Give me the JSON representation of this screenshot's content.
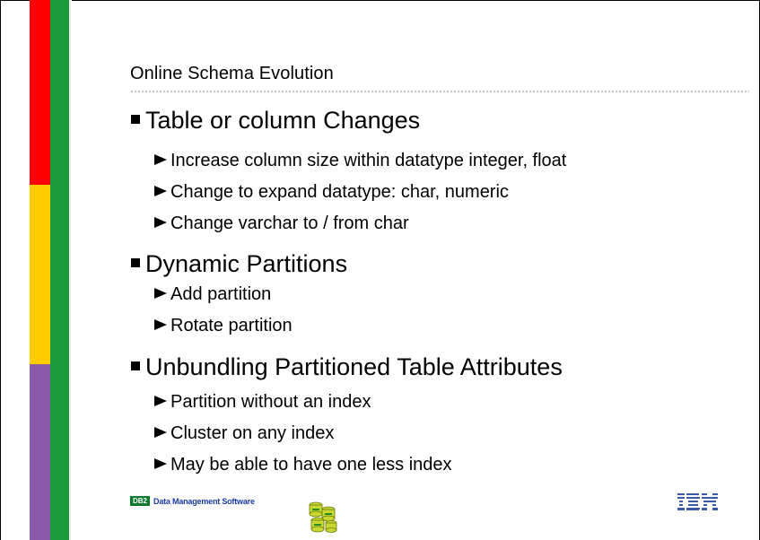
{
  "slide": {
    "title": "Online Schema Evolution",
    "sections": [
      {
        "heading": "Table or column Changes",
        "items": [
          "Increase column size within datatype integer, float",
          "Change to expand datatype: char, numeric",
          "Change varchar to / from char"
        ]
      },
      {
        "heading": "Dynamic Partitions",
        "items": [
          "Add partition",
          "Rotate partition"
        ]
      },
      {
        "heading": "Unbundling Partitioned Table Attributes",
        "items": [
          "Partition without an index",
          "Cluster on any index",
          "May be able to have one less index"
        ]
      }
    ]
  },
  "footer": {
    "db2_badge": "DB2",
    "product_text": "Data Management Software",
    "brand_logo_text": "IBM"
  },
  "colors": {
    "red": "#ff0000",
    "yellow": "#ffcc00",
    "purple": "#8a5aa8",
    "green": "#1a9a38",
    "footer_blue": "#1a3aa8",
    "ibm_blue": "#3a5aa8"
  },
  "icons": {
    "bullet_level1": "square-bullet-icon",
    "bullet_level2": "triangle-bullet-icon",
    "graphic": "database-cylinders-icon",
    "logo": "ibm-logo"
  }
}
